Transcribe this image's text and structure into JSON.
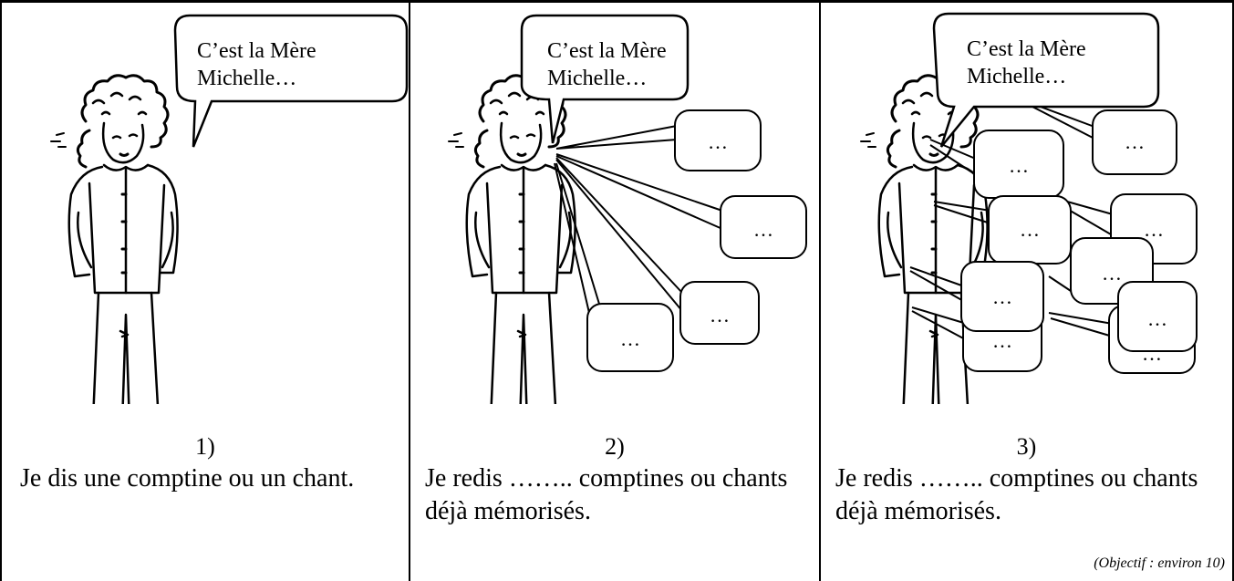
{
  "panels": [
    {
      "bubble_text": "C’est la Mère Michelle…",
      "number": "1)",
      "caption": "Je dis une comptine ou un chant.",
      "extra_bubbles": []
    },
    {
      "bubble_text": "C’est la Mère Michelle…",
      "number": "2)",
      "caption": "Je redis …….. comptines ou chants déjà mémorisés.",
      "extra_bubbles": [
        "…",
        "…",
        "…",
        "…"
      ]
    },
    {
      "bubble_text": "C’est la Mère Michelle…",
      "number": "3)",
      "caption": "Je redis …….. comptines ou chants déjà mémorisés.",
      "extra_bubbles": [
        "…",
        "…",
        "…",
        "…",
        "…",
        "…",
        "…",
        "…",
        "…"
      ],
      "note": "(Objectif : environ 10)"
    }
  ]
}
